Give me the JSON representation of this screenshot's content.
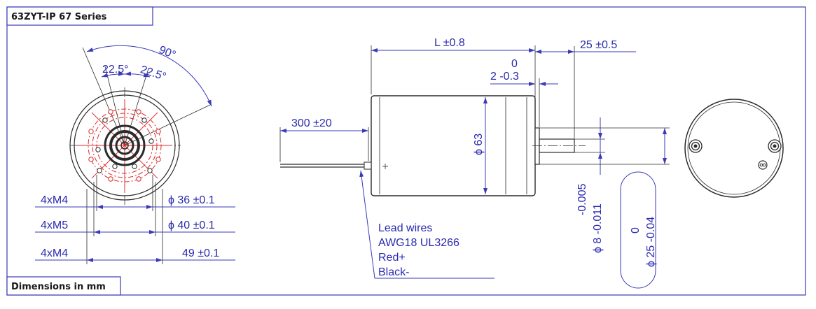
{
  "series_title": "63ZYT-IP 67 Series",
  "units_note": "Dimensions in mm",
  "front_view": {
    "angle_total": "90°",
    "angle_left": "22.5°",
    "angle_right": "22.5°",
    "rows": [
      {
        "thread": "4xM4",
        "diameter": "ϕ 36 ±0.1"
      },
      {
        "thread": "4xM5",
        "diameter": "ϕ 40 ±0.1"
      },
      {
        "thread": "4xM4",
        "diameter": "49 ±0.1"
      }
    ]
  },
  "side_view": {
    "length": "L ±0.8",
    "shaft_length": "25 ±0.5",
    "boss_tol_upper": "0",
    "boss_tol_lower": "2 -0.3",
    "wire_length": "300 ±20",
    "body_diameter": "ϕ 63",
    "shaft_tol_upper": "-0.005",
    "shaft_diameter": "ϕ 8 -0.011",
    "boss_dia_tol_upper": "0",
    "boss_diameter": "ϕ 25 -0.04",
    "lead_wires": [
      "Lead wires",
      "AWG18 UL3266",
      "Red+",
      "Black-"
    ]
  },
  "colors": {
    "frame": "#3a3ab8",
    "dimension_text": "#2a2ab0",
    "centerline_red": "#e02828",
    "ink": "#2b2b2b"
  }
}
